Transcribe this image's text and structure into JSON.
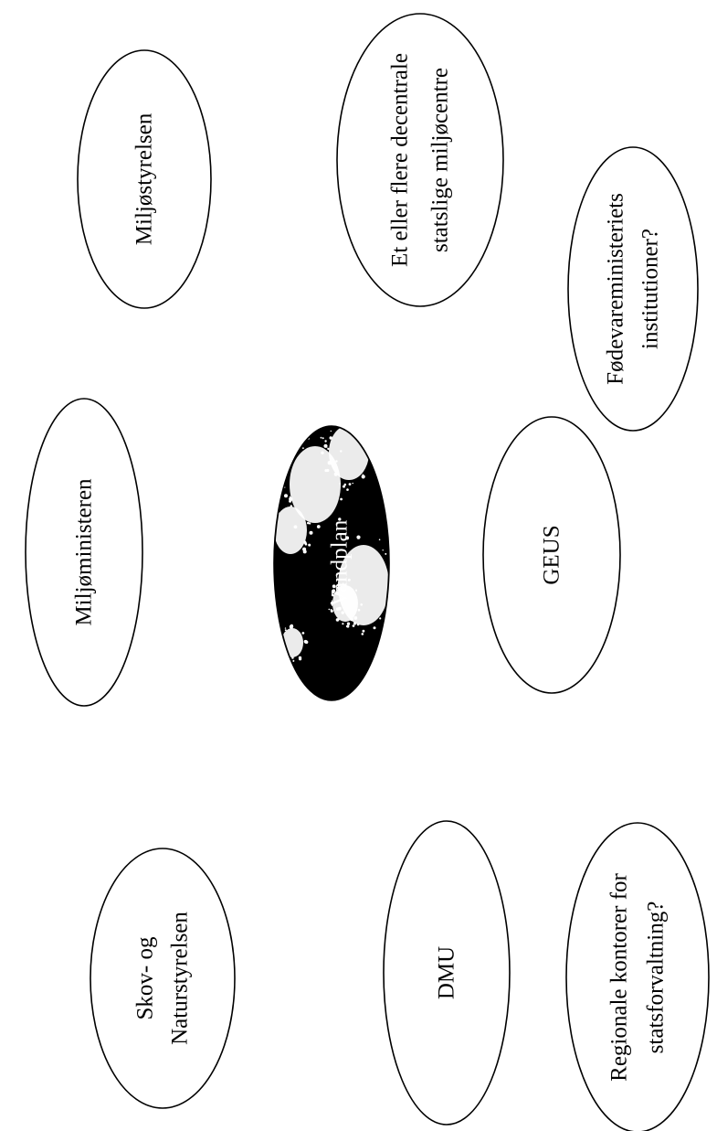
{
  "diagram": {
    "center_node": {
      "label": "Vandplan",
      "fill_color": "#000000",
      "text_color": "#ffffff"
    },
    "nodes": [
      {
        "id": "miljoestyrelsen",
        "lines": [
          "Miljøstyrelsen"
        ]
      },
      {
        "id": "decentrale-miljoecentre",
        "lines": [
          "Et eller flere decentrale",
          "statslige miljøcentre"
        ]
      },
      {
        "id": "miljoeministeren",
        "lines": [
          "Miljøministeren"
        ]
      },
      {
        "id": "foedevareministeriets-institutioner",
        "lines": [
          "Fødevareministeriets",
          "institutioner?"
        ]
      },
      {
        "id": "geus",
        "lines": [
          "GEUS"
        ]
      },
      {
        "id": "skov-og-naturstyrelsen",
        "lines": [
          "Skov- og",
          "Naturstyrelsen"
        ]
      },
      {
        "id": "dmu",
        "lines": [
          "DMU"
        ]
      },
      {
        "id": "regionale-kontorer",
        "lines": [
          "Regionale kontorer for",
          "statsforvaltning?"
        ]
      }
    ]
  }
}
